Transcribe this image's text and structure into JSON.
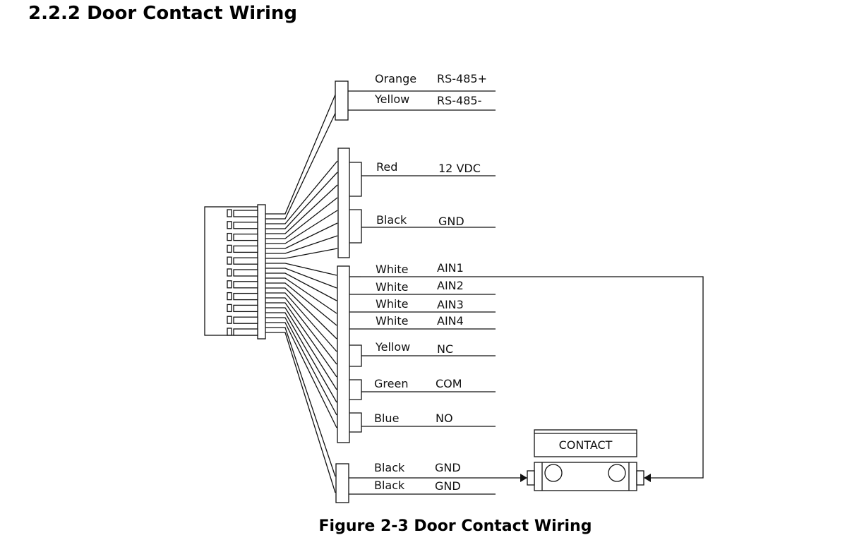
{
  "heading": "2.2.2 Door Contact Wiring",
  "caption": "Figure 2-3 Door Contact Wiring",
  "wires": [
    {
      "color": "Orange",
      "signal": "RS-485+"
    },
    {
      "color": "Yellow",
      "signal": "RS-485-"
    },
    {
      "color": "Red",
      "signal": "12 VDC"
    },
    {
      "color": "Black",
      "signal": "GND"
    },
    {
      "color": "White",
      "signal": "AIN1"
    },
    {
      "color": "White",
      "signal": "AIN2"
    },
    {
      "color": "White",
      "signal": "AIN3"
    },
    {
      "color": "White",
      "signal": "AIN4"
    },
    {
      "color": "Yellow",
      "signal": "NC"
    },
    {
      "color": "Green",
      "signal": "COM"
    },
    {
      "color": "Blue",
      "signal": "NO"
    },
    {
      "color": "Black",
      "signal": "GND"
    },
    {
      "color": "Black",
      "signal": "GND"
    }
  ],
  "contact": {
    "label": "CONTACT"
  }
}
